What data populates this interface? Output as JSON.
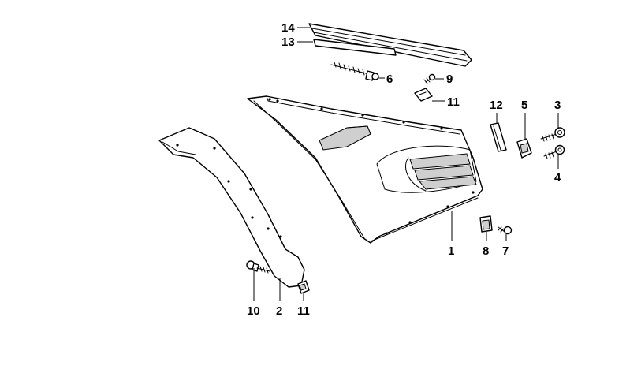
{
  "diagram": {
    "callouts": {
      "c1": "1",
      "c2": "2",
      "c3": "3",
      "c4": "4",
      "c5": "5",
      "c6": "6",
      "c7": "7",
      "c8": "8",
      "c9": "9",
      "c10": "10",
      "c11a": "11",
      "c11b": "11",
      "c12": "12",
      "c13": "13",
      "c14": "14"
    }
  }
}
